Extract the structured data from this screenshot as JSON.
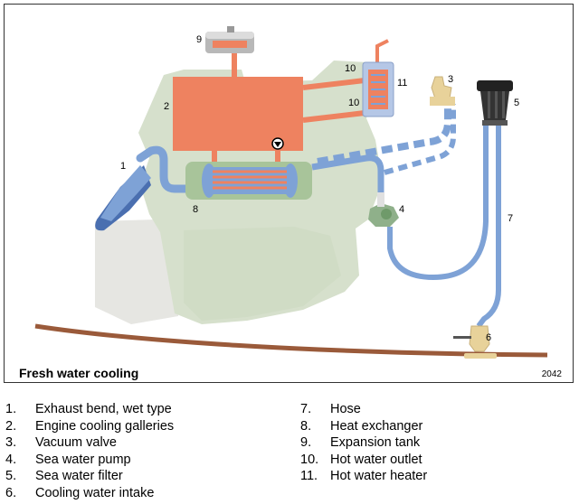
{
  "diagram": {
    "title": "Fresh water cooling",
    "code": "2042",
    "callouts": [
      "1",
      "2",
      "3",
      "4",
      "5",
      "6",
      "7",
      "8",
      "9",
      "10",
      "10",
      "11"
    ]
  },
  "legend": {
    "items": [
      {
        "num": "1.",
        "label": "Exhaust bend, wet type"
      },
      {
        "num": "2.",
        "label": "Engine cooling galleries"
      },
      {
        "num": "3.",
        "label": "Vacuum valve"
      },
      {
        "num": "4.",
        "label": "Sea water pump"
      },
      {
        "num": "5.",
        "label": "Sea water filter"
      },
      {
        "num": "6.",
        "label": "Cooling water intake"
      },
      {
        "num": "7.",
        "label": "Hose"
      },
      {
        "num": "8.",
        "label": "Heat exchanger"
      },
      {
        "num": "9.",
        "label": "Expansion tank"
      },
      {
        "num": "10.",
        "label": "Hot water outlet"
      },
      {
        "num": "11.",
        "label": "Hot water heater"
      }
    ]
  },
  "colors": {
    "engine": "#d6e0cc",
    "engine_shadow": "#c3cfb8",
    "fresh_water": "#ee8260",
    "sea_water": "#7ea2d6",
    "sea_water_dark": "#4a6fb0",
    "hull": "#9a5a3a",
    "brass": "#e8d29a",
    "pump": "#8fb08a"
  }
}
